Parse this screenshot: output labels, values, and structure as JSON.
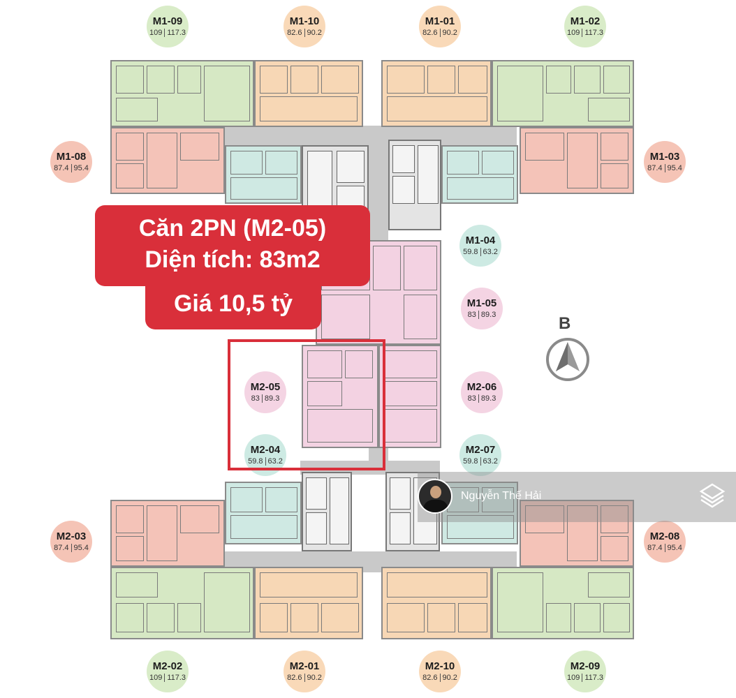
{
  "banner": {
    "line1": "Căn 2PN (M2-05)",
    "line2": "Diện tích: 83m2",
    "line3": "Giá 10,5 tỷ"
  },
  "compass": {
    "label": "B"
  },
  "watermark": {
    "name": "Nguyễn Thế Hải"
  },
  "units": {
    "m1_09": {
      "code": "M1-09",
      "a1": "109",
      "a2": "117.3"
    },
    "m1_10": {
      "code": "M1-10",
      "a1": "82.6",
      "a2": "90.2"
    },
    "m1_01": {
      "code": "M1-01",
      "a1": "82.6",
      "a2": "90.2"
    },
    "m1_02": {
      "code": "M1-02",
      "a1": "109",
      "a2": "117.3"
    },
    "m1_08": {
      "code": "M1-08",
      "a1": "87.4",
      "a2": "95.4"
    },
    "m1_03": {
      "code": "M1-03",
      "a1": "87.4",
      "a2": "95.4"
    },
    "m1_04": {
      "code": "M1-04",
      "a1": "59.8",
      "a2": "63.2"
    },
    "m1_05": {
      "code": "M1-05",
      "a1": "83",
      "a2": "89.3"
    },
    "m2_05": {
      "code": "M2-05",
      "a1": "83",
      "a2": "89.3"
    },
    "m2_06": {
      "code": "M2-06",
      "a1": "83",
      "a2": "89.3"
    },
    "m2_04": {
      "code": "M2-04",
      "a1": "59.8",
      "a2": "63.2"
    },
    "m2_07": {
      "code": "M2-07",
      "a1": "59.8",
      "a2": "63.2"
    },
    "m2_03": {
      "code": "M2-03",
      "a1": "87.4",
      "a2": "95.4"
    },
    "m2_08": {
      "code": "M2-08",
      "a1": "87.4",
      "a2": "95.4"
    },
    "m2_02": {
      "code": "M2-02",
      "a1": "109",
      "a2": "117.3"
    },
    "m2_01": {
      "code": "M2-01",
      "a1": "82.6",
      "a2": "90.2"
    },
    "m2_10": {
      "code": "M2-10",
      "a1": "82.6",
      "a2": "90.2"
    },
    "m2_09": {
      "code": "M2-09",
      "a1": "109",
      "a2": "117.3"
    }
  },
  "colors": {
    "highlight": "#d92f3a",
    "large_unit": "#d6e8c4",
    "medium_unit": "#f7d7b5",
    "corner_unit": "#f4c3b8",
    "small_unit": "#cfe9e3",
    "twobed_unit": "#f3d2e2"
  }
}
